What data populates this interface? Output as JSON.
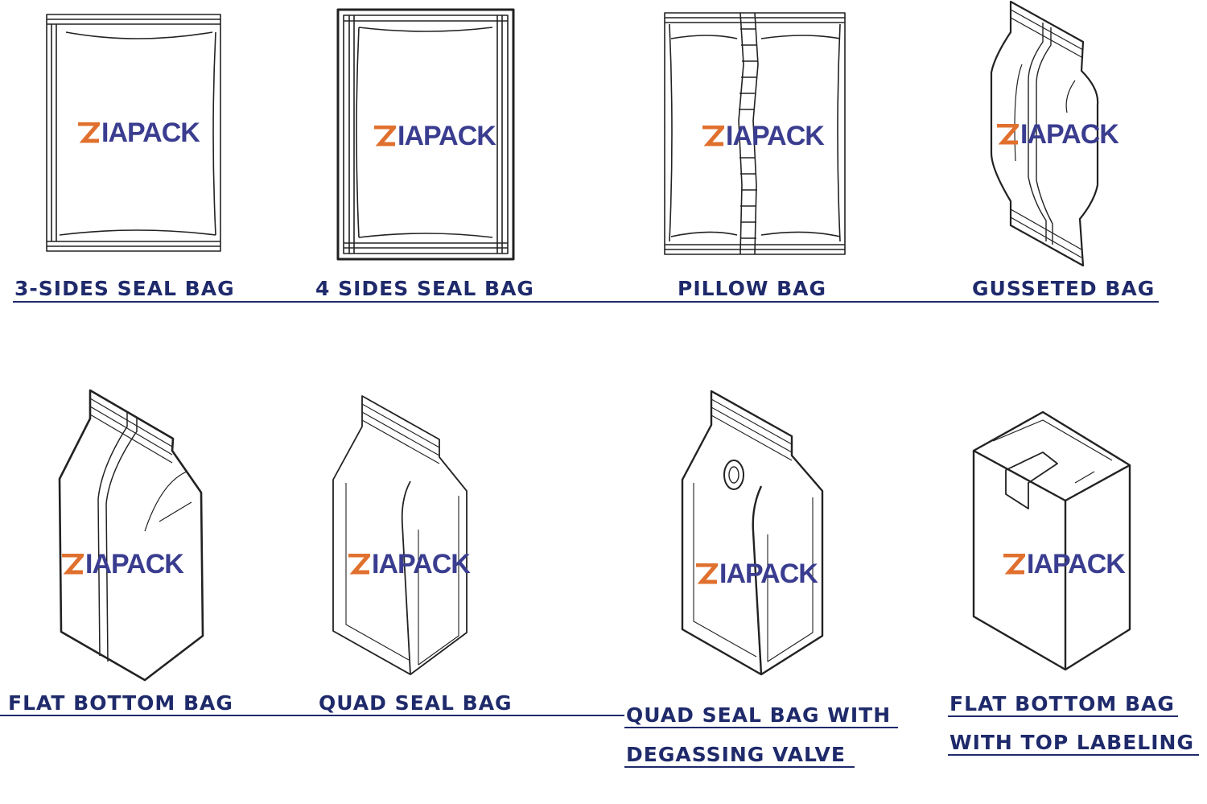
{
  "logo_text": "IAPACK",
  "bags": [
    {
      "label": "3-SIDES SEAL BAG"
    },
    {
      "label": "4 SIDES SEAL BAG"
    },
    {
      "label": "PILLOW BAG"
    },
    {
      "label": "GUSSETED BAG"
    },
    {
      "label": "FLAT BOTTOM BAG"
    },
    {
      "label": "QUAD SEAL BAG"
    },
    {
      "label_line1": "QUAD SEAL BAG WITH",
      "label_line2": "DEGASSING VALVE"
    },
    {
      "label_line1": "FLAT BOTTOM BAG",
      "label_line2": "WITH TOP LABELING"
    }
  ],
  "colors": {
    "label": "#1f2a6b",
    "logo": "#3a3d8f",
    "logo_accent": "#e0702e"
  }
}
